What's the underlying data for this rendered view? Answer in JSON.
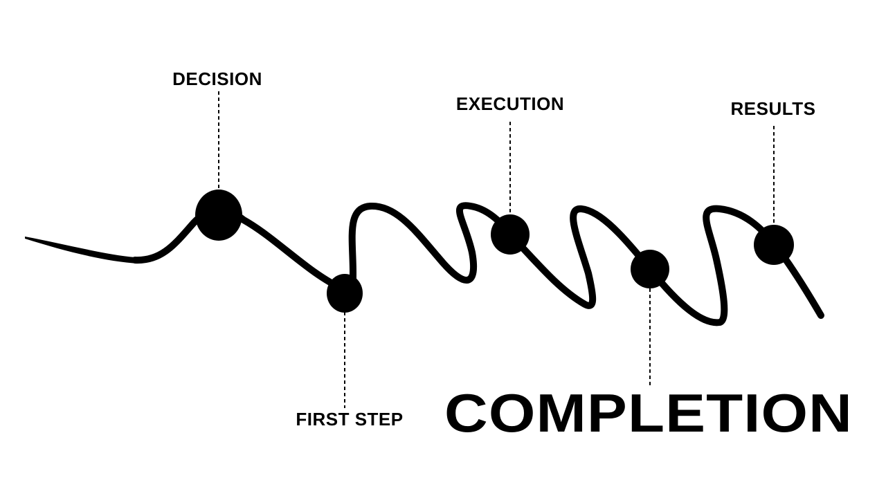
{
  "colors": {
    "ink": "#000000",
    "background": "#ffffff"
  },
  "stages": {
    "decision": "DECISION",
    "first_step": "FIRST STEP",
    "execution": "EXECUTION",
    "completion": "COMPLETION",
    "results": "RESULTS"
  }
}
